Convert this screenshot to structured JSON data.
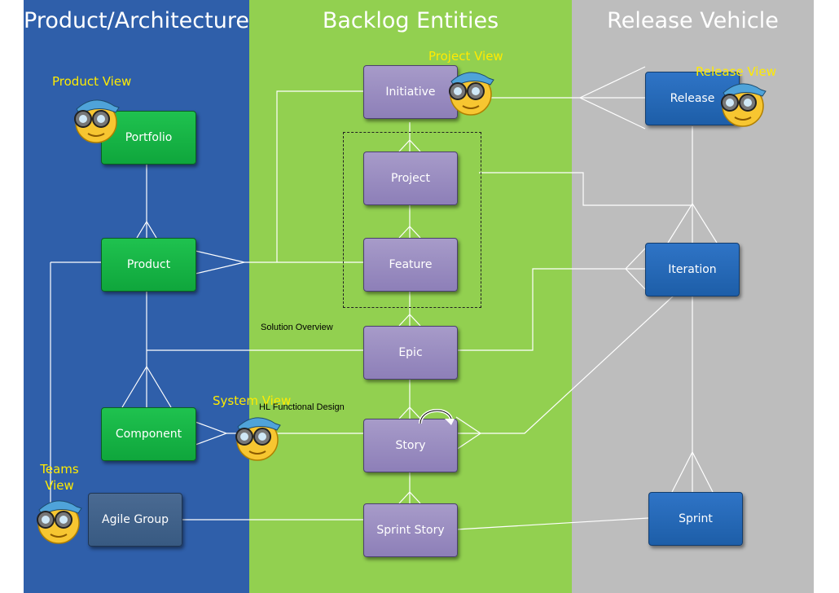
{
  "columns": {
    "product": {
      "title": "Product/Architecture",
      "color": "#2f5faa"
    },
    "backlog": {
      "title": "Backlog Entities",
      "color": "#92d050"
    },
    "release": {
      "title": "Release Vehicle",
      "color": "#bdbdbd"
    }
  },
  "entities": {
    "portfolio": "Portfolio",
    "product": "Product",
    "component": "Component",
    "agile_group": "Agile Group",
    "initiative": "Initiative",
    "project": "Project",
    "feature": "Feature",
    "epic": "Epic",
    "story": "Story",
    "sprint_story": "Sprint Story",
    "release": "Release",
    "iteration": "Iteration",
    "sprint": "Sprint"
  },
  "views": {
    "product_view": "Product View",
    "project_view": "Project View",
    "release_view": "Release View",
    "system_view": "System View",
    "teams_view": "Teams View"
  },
  "annotations": {
    "solution_overview": "Solution Overview",
    "hl_functional_design": "HL Functional Design"
  },
  "icons": {
    "viewer": "binoculars-smiley-icon",
    "loop": "circular-arrow-icon"
  }
}
